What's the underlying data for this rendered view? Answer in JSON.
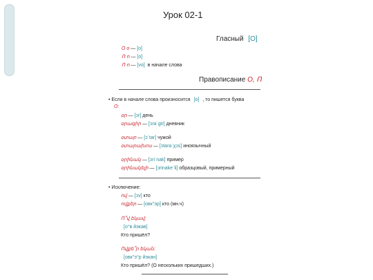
{
  "title": "Урок 02-1",
  "vowel": {
    "heading": "Гласный",
    "heading_tr": "[O]",
    "rows": [
      {
        "arm": "O o",
        "dash": "—",
        "tr": "[o]",
        "note": ""
      },
      {
        "arm": "Ո ո",
        "dash": "—",
        "tr": "[o]",
        "note": ""
      },
      {
        "arm": "Ո ո",
        "dash": "—",
        "tr": "[vo]",
        "note": "в начале слова"
      }
    ]
  },
  "spelling": {
    "heading": "Правописание",
    "heading_red": "O, Ո",
    "rule_line1_pre": "Если в начале слова произносится",
    "rule_tr": "[o]",
    "rule_line1_post": ", то пишется буква",
    "rule_line2": "O:",
    "groups": [
      [
        {
          "arm": "օր",
          "tr": "[ɔr]",
          "ru": "день"
        },
        {
          "arm": "օրագիր",
          "tr": "[ɔraˈgir]",
          "ru": "дневник"
        }
      ],
      [
        {
          "arm": "օտար",
          "tr": "[ɔˈtar]",
          "ru": "чужой"
        },
        {
          "arm": "օտարախոս",
          "tr": "[ɔtaraˈχɔs]",
          "ru": "иноязычный"
        }
      ],
      [
        {
          "arm": "օրինակ",
          "tr": "[ɔriˈnak]",
          "ru": "пример"
        },
        {
          "arm": "օրինակելի",
          "tr": "[ɔrinakeˈli]",
          "ru": "образцовый, примерный"
        }
      ]
    ]
  },
  "exception": {
    "heading": "Исключение:",
    "words": [
      {
        "arm": "ով",
        "tr": "[ɔv]",
        "ru": "кто"
      },
      {
        "arm": "ովքեր",
        "tr": "[овк°эр]",
        "ru": "кто (мн.ч)"
      }
    ],
    "examples": [
      {
        "arm": "Ո՞վ եկավ:",
        "tr": "[о°в йэкав]",
        "ru": "Кто пришёл?"
      },
      {
        "arm": "Ովքե՞ր եկան:",
        "tr": "[овк°э°р йэкан]",
        "ru": "Кто пришёл? (О нескольких пришедших.)"
      }
    ]
  },
  "colors": {
    "accent_red": "#c8202a",
    "accent_teal": "#2a8c98",
    "tab": "#dce9ec"
  }
}
